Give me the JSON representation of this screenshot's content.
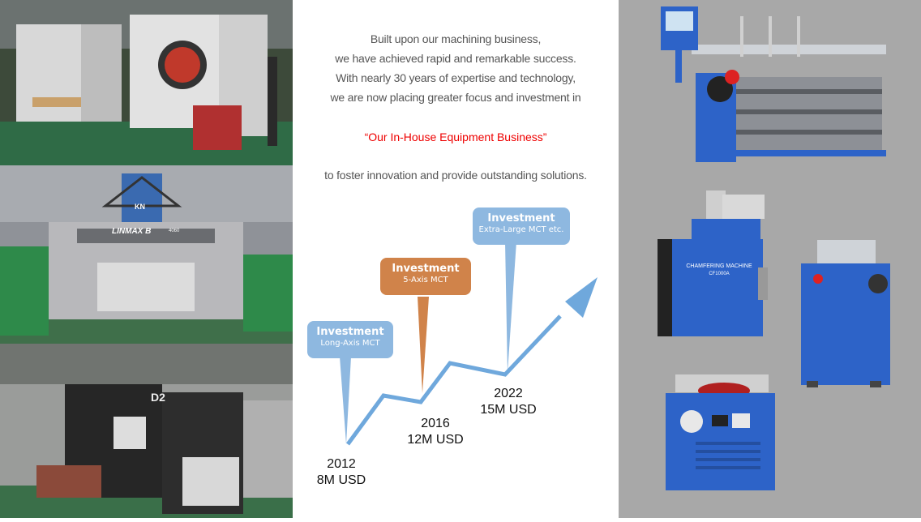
{
  "intro": {
    "lines": [
      "Built upon our machining business,",
      "we have achieved rapid and remarkable success.",
      "With nearly 30 years of expertise and technology,",
      "we are now placing greater focus and investment in"
    ],
    "highlight": "“Our In-House Equipment Business”",
    "closing": "to foster innovation and provide outstanding solutions."
  },
  "timeline": {
    "bubbles": [
      {
        "title": "Investment",
        "subtitle": "Long-Axis MCT",
        "color": "#8eb8e0"
      },
      {
        "title": "Investment",
        "subtitle": "5-Axis MCT",
        "color": "#d0834a"
      },
      {
        "title": "Investment",
        "subtitle": "Extra-Large MCT etc.",
        "color": "#8eb8e0"
      }
    ],
    "milestones": [
      {
        "year": "2012",
        "amount": "8M USD"
      },
      {
        "year": "2016",
        "amount": "12M USD"
      },
      {
        "year": "2022",
        "amount": "15M USD"
      }
    ],
    "arrow_color": "#6fa8dc"
  },
  "photos": {
    "machine_brand": "LINMAX B",
    "machine_brand_sub": "4060",
    "logo": "KN",
    "panel_text": "D2",
    "chamfering_label_1": "CHAMFERING MACHINE",
    "chamfering_label_2": "CF1000A"
  }
}
